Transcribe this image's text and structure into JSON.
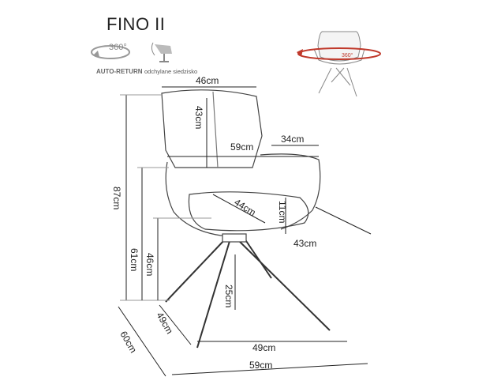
{
  "product": {
    "name": "FINO II"
  },
  "features": {
    "rotation_degrees": "360°",
    "auto_return_label": "AUTO-RETURN",
    "tilt_label": "odchylane siedzisko",
    "rotation_badge": "360°"
  },
  "dimensions": {
    "backrest_width": "46cm",
    "backrest_height": "43cm",
    "armrest_length": "34cm",
    "inner_width": "59cm",
    "seat_depth": "44cm",
    "armrest_height_above_seat": "11cm",
    "seat_depth_right": "43cm",
    "total_height": "87cm",
    "armrest_height": "61cm",
    "seat_height": "46cm",
    "leg_height": "25cm",
    "base_depth": "49cm",
    "base_width": "49cm",
    "total_depth": "60cm",
    "total_width": "59cm"
  }
}
